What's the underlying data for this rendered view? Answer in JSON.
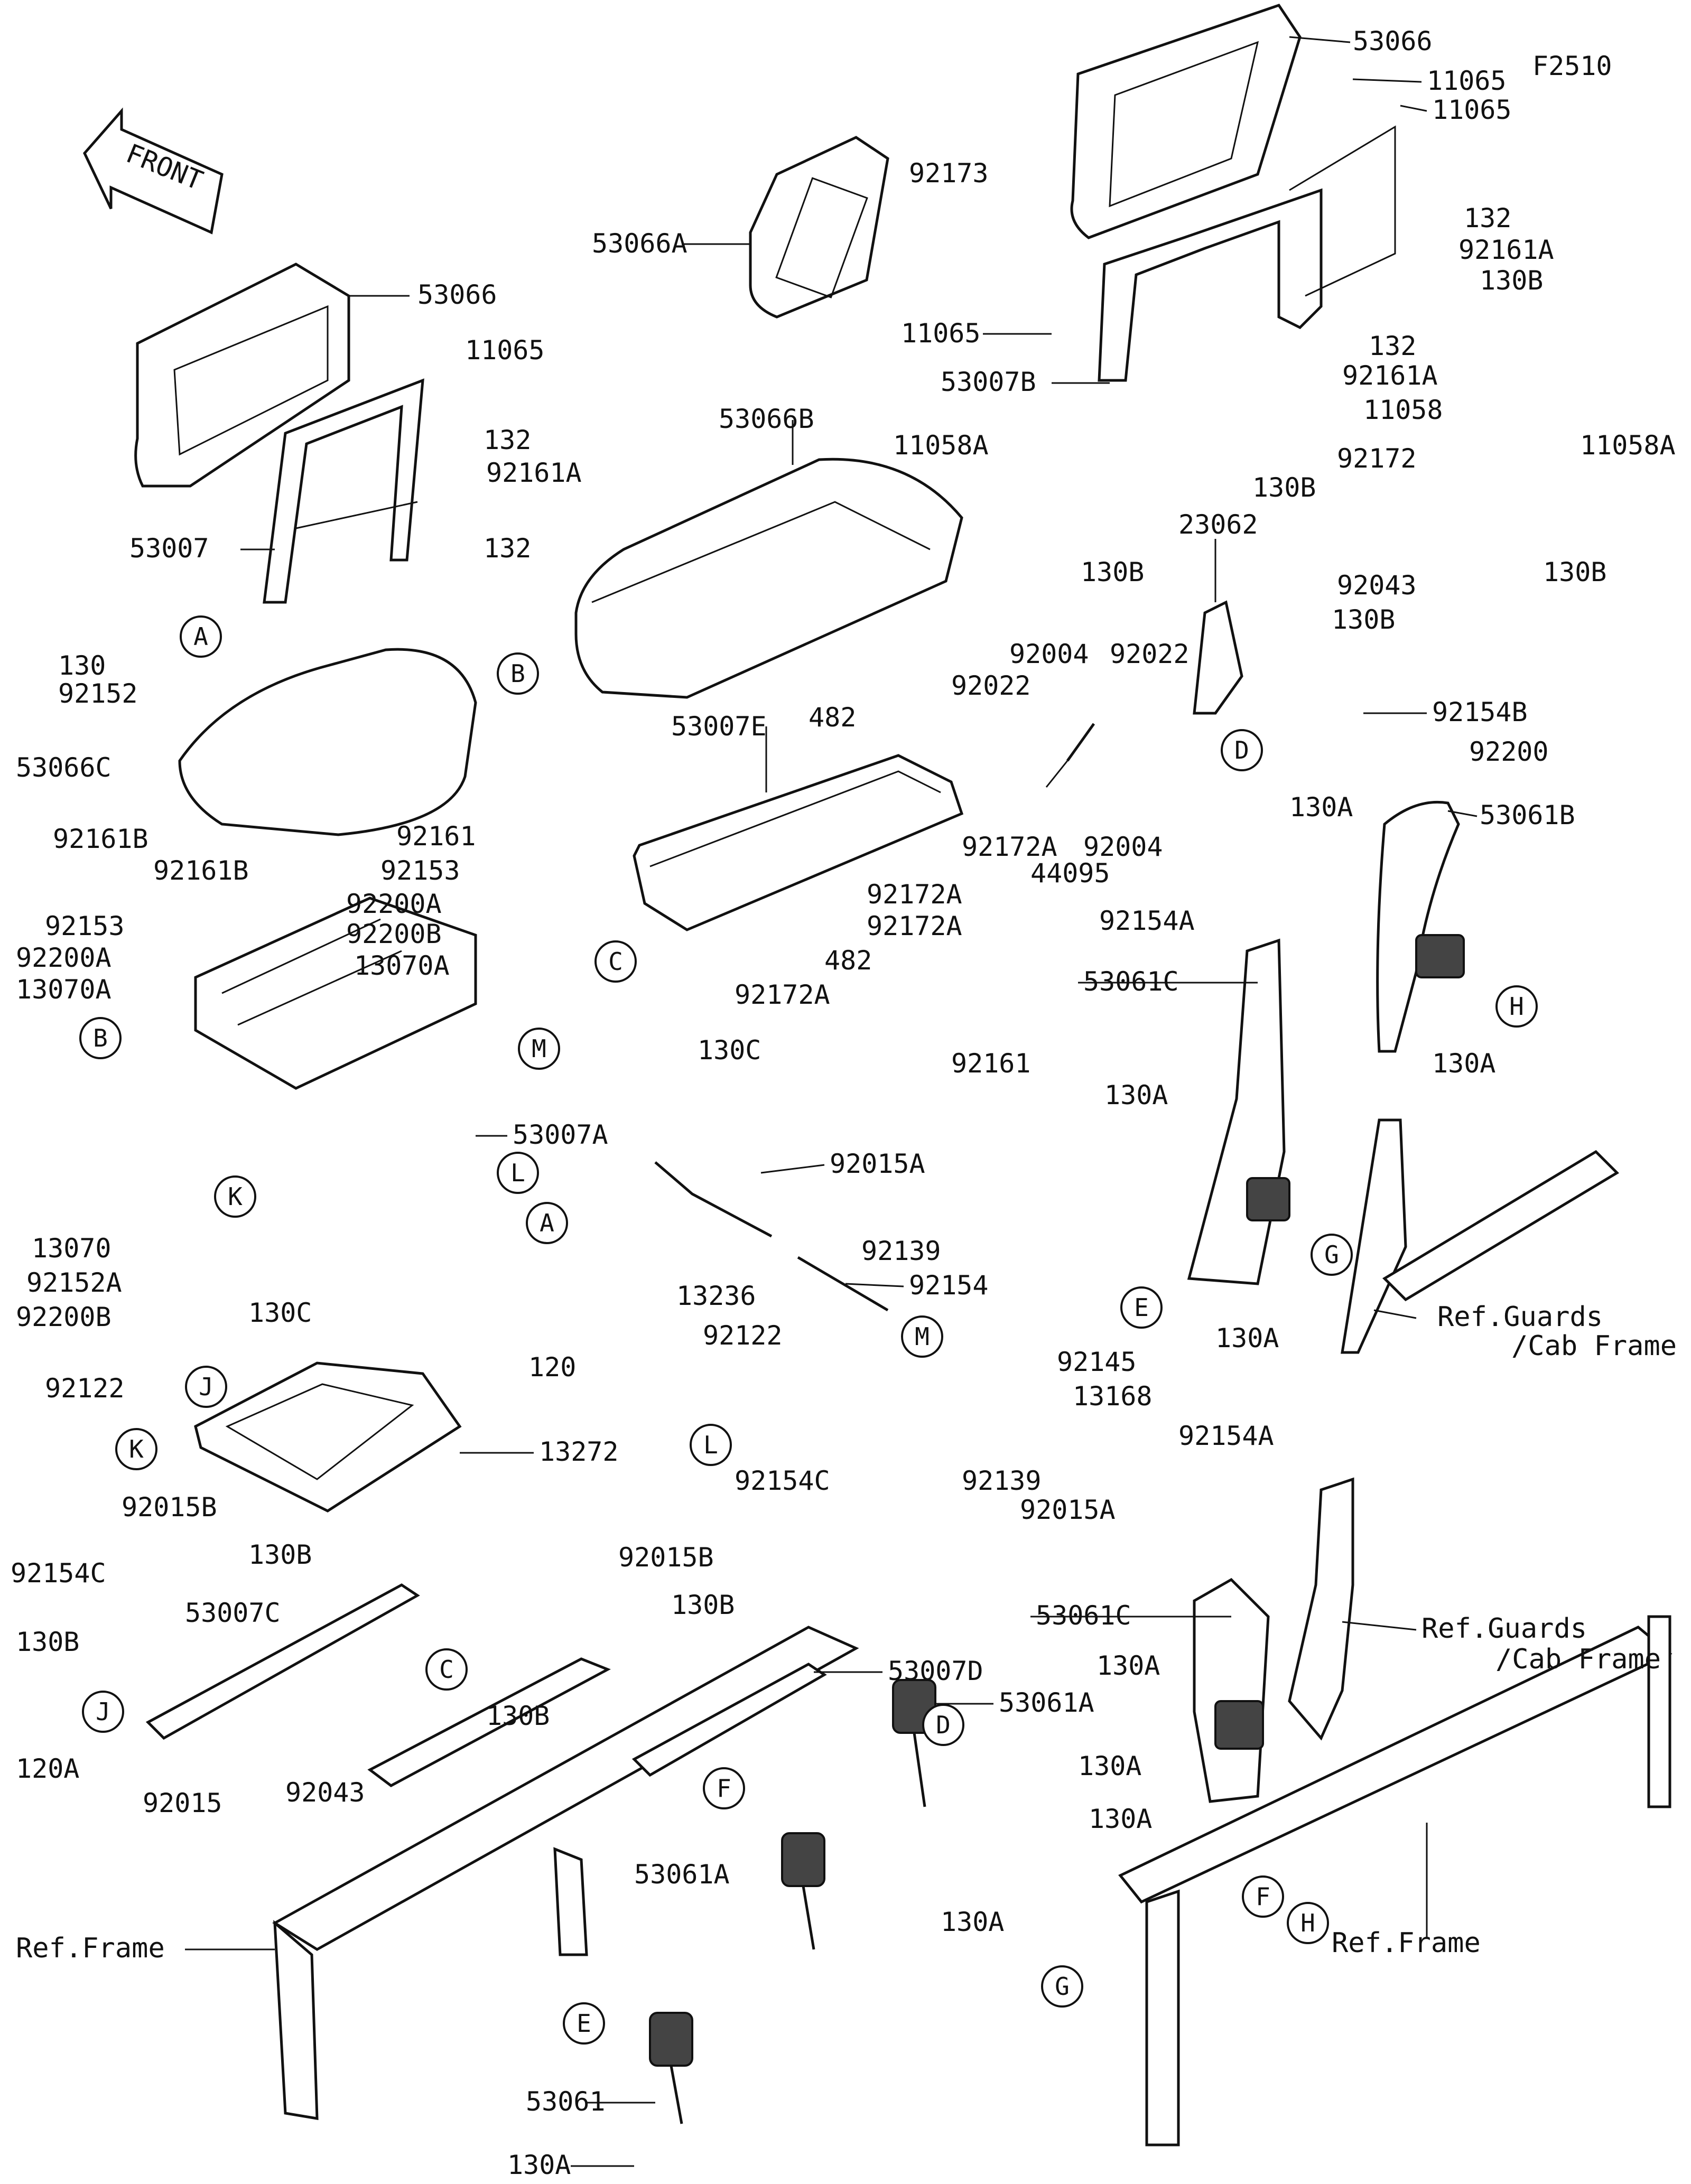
{
  "figure_code": "F2510",
  "front_label": "FRONT",
  "labels": {
    "p53066_top": "53066",
    "p11065_a": "11065",
    "p11065_b": "11065",
    "p92173": "92173",
    "p53066A": "53066A",
    "p132_a": "132",
    "p92161A_a": "92161A",
    "p130B_a": "130B",
    "p11065_c": "11065",
    "p132_b": "132",
    "p92161A_b": "92161A",
    "p53007B": "53007B",
    "p11058": "11058",
    "p11058A_a": "11058A",
    "p92172": "92172",
    "p11058A_b": "11058A",
    "p130B_b": "130B",
    "p130B_c": "130B",
    "p130B_d": "130B",
    "p53066_left": "53066",
    "p11065_left": "11065",
    "p132_left_a": "132",
    "p92161A_left": "92161A",
    "p53007": "53007",
    "p132_left_b": "132",
    "p53066B": "53066B",
    "p23062": "23062",
    "p92043_a": "92043",
    "p130B_e": "130B",
    "p130": "130",
    "p92152": "92152",
    "p53066C": "53066C",
    "p92161B_a": "92161B",
    "p92161B_b": "92161B",
    "p53007E": "53007E",
    "p482_a": "482",
    "p92022_a": "92022",
    "p92004_a": "92004",
    "p92022_b": "92022",
    "p92154B": "92154B",
    "p92200": "92200",
    "p92161_a": "92161",
    "p92153_a": "92153",
    "p92172A_a": "92172A",
    "p92004_b": "92004",
    "p44095": "44095",
    "p53061B": "53061B",
    "p130A_a": "130A",
    "p92200A_a": "92200A",
    "p92200B_a": "92200B",
    "p92172A_b": "92172A",
    "p92172A_c": "92172A",
    "p13070A_a": "13070A",
    "p482_b": "482",
    "p92172A_d": "92172A",
    "p92153_b": "92153",
    "p92200A_b": "92200A",
    "p13070A_b": "13070A",
    "p92154A_a": "92154A",
    "p53061C_a": "53061C",
    "p130C_a": "130C",
    "p92161_b": "92161",
    "p130A_b": "130A",
    "p130A_c": "130A",
    "p53007A": "53007A",
    "p92015A_a": "92015A",
    "p13070": "13070",
    "p92152A": "92152A",
    "p92200B_b": "92200B",
    "p92139_a": "92139",
    "p13236": "13236",
    "p92154": "92154",
    "p130C_b": "130C",
    "p130A_d": "130A",
    "p92122_a": "92122",
    "p120": "120",
    "p92145": "92145",
    "p13168": "13168",
    "p92122_b": "92122",
    "p13272": "13272",
    "p92015B_a": "92015B",
    "p92154C_a": "92154C",
    "p92139_b": "92139",
    "p92015A_b": "92015A",
    "p92154C_b": "92154C",
    "p92154A_b": "92154A",
    "p92015B_b": "92015B",
    "p130B_f": "130B",
    "p130B_g": "130B",
    "p53007C": "53007C",
    "p130B_h": "130B",
    "p53007D": "53007D",
    "p53061C_b": "53061C",
    "p130A_e": "130A",
    "p130B_i": "130B",
    "p120A": "120A",
    "p92043_b": "92043",
    "p53061A_a": "53061A",
    "p130A_f": "130A",
    "p92015": "92015",
    "p130A_g": "130A",
    "p53061A_b": "53061A",
    "p130A_h": "130A",
    "p53061": "53061",
    "p130A_i": "130A"
  },
  "references": {
    "guards_1_line1": "Ref.Guards",
    "guards_1_line2": "/Cab Frame",
    "guards_2_line1": "Ref.Guards",
    "guards_2_line2": "/Cab Frame",
    "frame_left": "Ref.Frame",
    "frame_right": "Ref.Frame"
  },
  "callouts": {
    "A1": "A",
    "A2": "A",
    "B1": "B",
    "B2": "B",
    "C1": "C",
    "C2": "C",
    "D1": "D",
    "D2": "D",
    "E1": "E",
    "E2": "E",
    "F1": "F",
    "F2": "F",
    "G1": "G",
    "G2": "G",
    "H1": "H",
    "H2": "H",
    "J1": "J",
    "J2": "J",
    "K1": "K",
    "K2": "K",
    "L1": "L",
    "L2": "L",
    "M1": "M",
    "M2": "M"
  }
}
